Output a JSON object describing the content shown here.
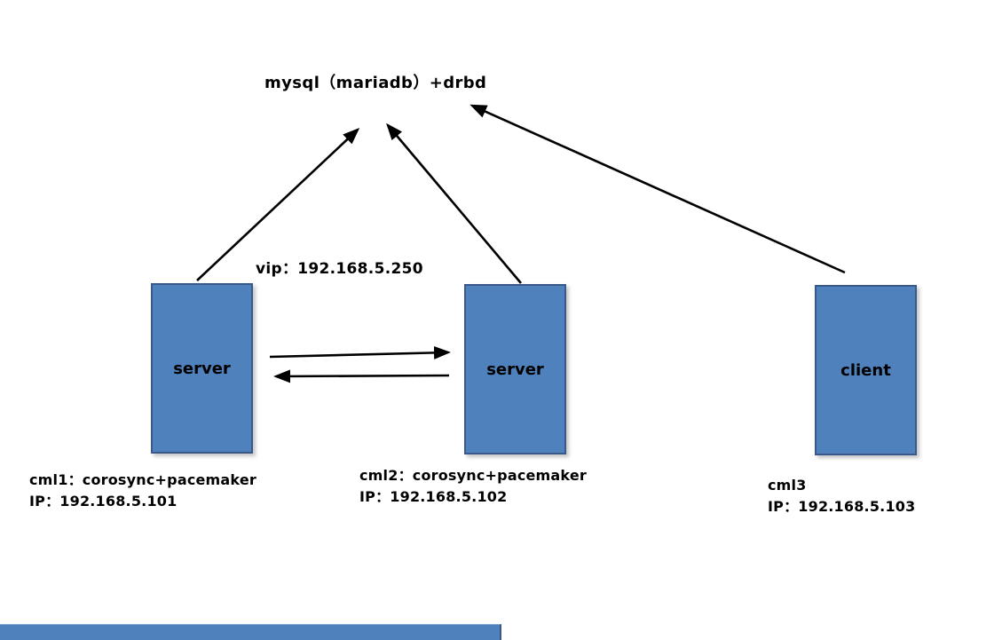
{
  "title": "mysql（mariadb）+drbd",
  "vip_label": "vip：192.168.5.250",
  "nodes": [
    {
      "label": "server",
      "caption": [
        "cml1：corosync+pacemaker",
        "IP：192.168.5.101"
      ]
    },
    {
      "label": "server",
      "caption": [
        "cml2：corosync+pacemaker",
        "IP：192.168.5.102"
      ]
    },
    {
      "label": "client",
      "caption": [
        "cml3",
        "IP：192.168.5.103"
      ]
    }
  ],
  "colors": {
    "background": "#ffffff",
    "node_fill": "#4f81bd",
    "node_border": "#38598a",
    "arrow": "#000000",
    "text": "#000000"
  }
}
